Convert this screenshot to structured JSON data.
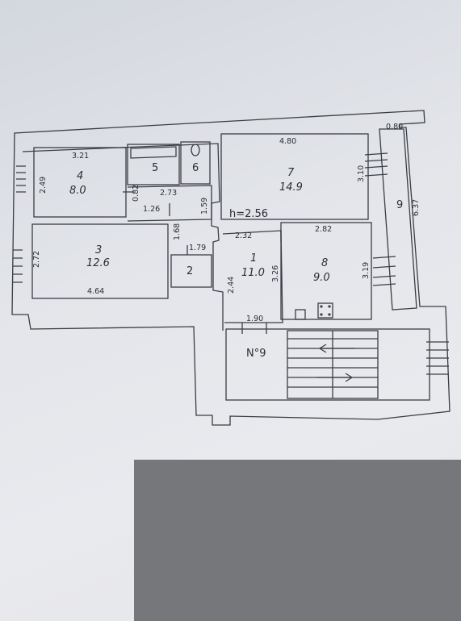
{
  "plan": {
    "ceiling_height": "h=2.56",
    "rooms": [
      {
        "id": "1",
        "number": "1",
        "area": "11.0"
      },
      {
        "id": "2",
        "number": "2",
        "area": ""
      },
      {
        "id": "3",
        "number": "3",
        "area": "12.6"
      },
      {
        "id": "4",
        "number": "4",
        "area": "8.0"
      },
      {
        "id": "5",
        "number": "5",
        "area": ""
      },
      {
        "id": "6",
        "number": "6",
        "area": ""
      },
      {
        "id": "7",
        "number": "7",
        "area": "14.9"
      },
      {
        "id": "8",
        "number": "8",
        "area": "9.0"
      },
      {
        "id": "9",
        "number": "9",
        "area": ""
      }
    ],
    "stairwell_label": "N°9",
    "dimensions": {
      "room4_width": "3.21",
      "room4_height": "2.49",
      "room7_width": "4.80",
      "room7_height": "3.10",
      "balcony_width": "0.80",
      "balcony_length": "6.37",
      "corridor_width": "0.82",
      "room5_width": "2.73",
      "corridor_length": "1.26",
      "room1_upper": "1.59",
      "room7_bottom": "2.32",
      "room8_width": "2.82",
      "room3_height": "2.72",
      "room3_width": "4.64",
      "room2_height": "1.68",
      "room2_width": "1.79",
      "room1_left": "2.44",
      "room1_right": "3.26",
      "room8_height": "3.19",
      "room1_bottom": "1.90"
    }
  }
}
